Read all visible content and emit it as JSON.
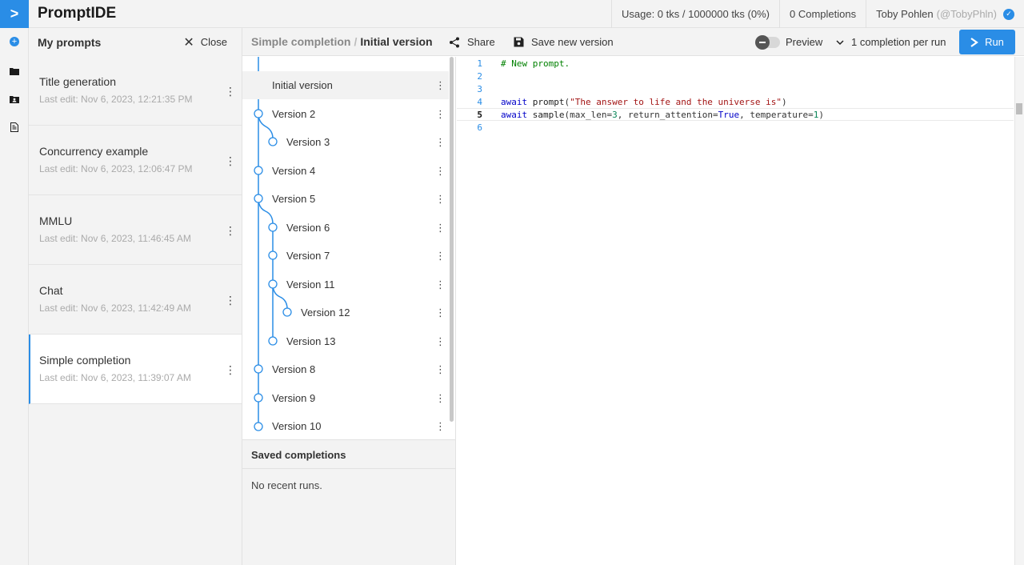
{
  "app": {
    "title": "PromptIDE",
    "logo_glyph": ">",
    "usage": "Usage: 0 tks / 1000000 tks (0%)",
    "completions": "0 Completions",
    "user_name": "Toby Pohlen",
    "user_handle": "(@TobyPhln)",
    "accent_color": "#2a8de6"
  },
  "rail": {
    "icons": [
      "add-circle-icon",
      "folder-icon",
      "shared-folder-icon",
      "document-icon"
    ]
  },
  "prompts_panel": {
    "title": "My prompts",
    "close_label": "Close",
    "items": [
      {
        "name": "Title generation",
        "date": "Last edit: Nov 6, 2023, 12:21:35 PM"
      },
      {
        "name": "Concurrency example",
        "date": "Last edit: Nov 6, 2023, 12:06:47 PM"
      },
      {
        "name": "MMLU",
        "date": "Last edit: Nov 6, 2023, 11:46:45 AM"
      },
      {
        "name": "Chat",
        "date": "Last edit: Nov 6, 2023, 11:42:49 AM"
      },
      {
        "name": "Simple completion",
        "date": "Last edit: Nov 6, 2023, 11:39:07 AM",
        "active": true
      }
    ]
  },
  "header": {
    "breadcrumb_prompt": "Simple completion",
    "breadcrumb_sep": "/",
    "breadcrumb_version": "Initial version",
    "share_label": "Share",
    "save_label": "Save new version",
    "preview_label": "Preview",
    "preview_enabled": false,
    "completions_select": "1 completion per run",
    "run_label": "Run"
  },
  "versions": [
    {
      "label": "Initial version",
      "depth": 0,
      "selected": true
    },
    {
      "label": "Version 2",
      "depth": 0
    },
    {
      "label": "Version 3",
      "depth": 1
    },
    {
      "label": "Version 4",
      "depth": 0
    },
    {
      "label": "Version 5",
      "depth": 0
    },
    {
      "label": "Version 6",
      "depth": 1
    },
    {
      "label": "Version 7",
      "depth": 1
    },
    {
      "label": "Version 11",
      "depth": 1
    },
    {
      "label": "Version 12",
      "depth": 2
    },
    {
      "label": "Version 13",
      "depth": 1
    },
    {
      "label": "Version 8",
      "depth": 0
    },
    {
      "label": "Version 9",
      "depth": 0
    },
    {
      "label": "Version 10",
      "depth": 0
    }
  ],
  "saved_completions": {
    "title": "Saved completions",
    "empty_text": "No recent runs."
  },
  "editor": {
    "line_numbers": [
      "1",
      "2",
      "3",
      "4",
      "5",
      "6"
    ],
    "active_line": 5,
    "line1": "# New prompt.",
    "line4_kw": "await",
    "line4_fn": "prompt",
    "line4_str": "\"The answer to life and the universe is\"",
    "line5_kw": "await",
    "line5_fn": "sample",
    "line5_args_a": "max_len=",
    "line5_num_a": "3",
    "line5_args_b": ", return_attention=",
    "line5_true": "True",
    "line5_args_c": ", temperature=",
    "line5_num_b": "1"
  }
}
